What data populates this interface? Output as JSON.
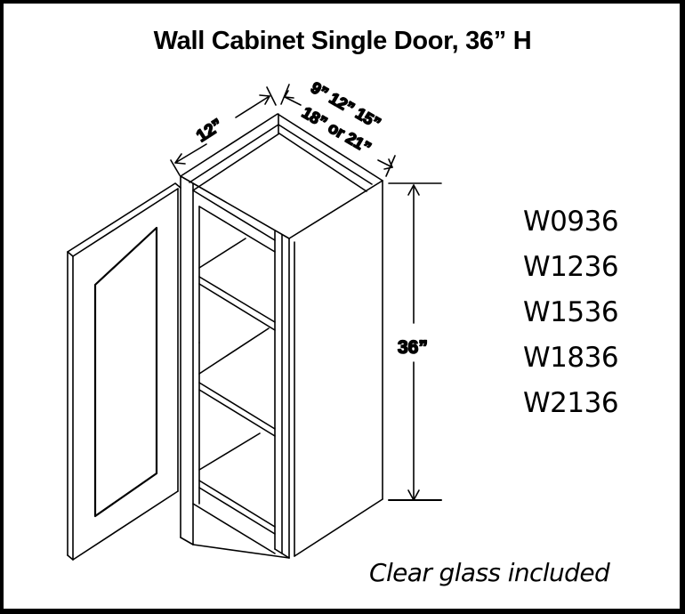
{
  "title": "Wall Cabinet Single Door, 36” H",
  "dimensions": {
    "depth": "12”",
    "width_line1": "9” 12” 15”",
    "width_line2": "18” or 21”",
    "height": "36”"
  },
  "models": [
    "W0936",
    "W1236",
    "W1536",
    "W1836",
    "W2136"
  ],
  "note": "Clear glass included",
  "colors": {
    "line": "#000000",
    "background": "#ffffff",
    "border": "#000000"
  }
}
